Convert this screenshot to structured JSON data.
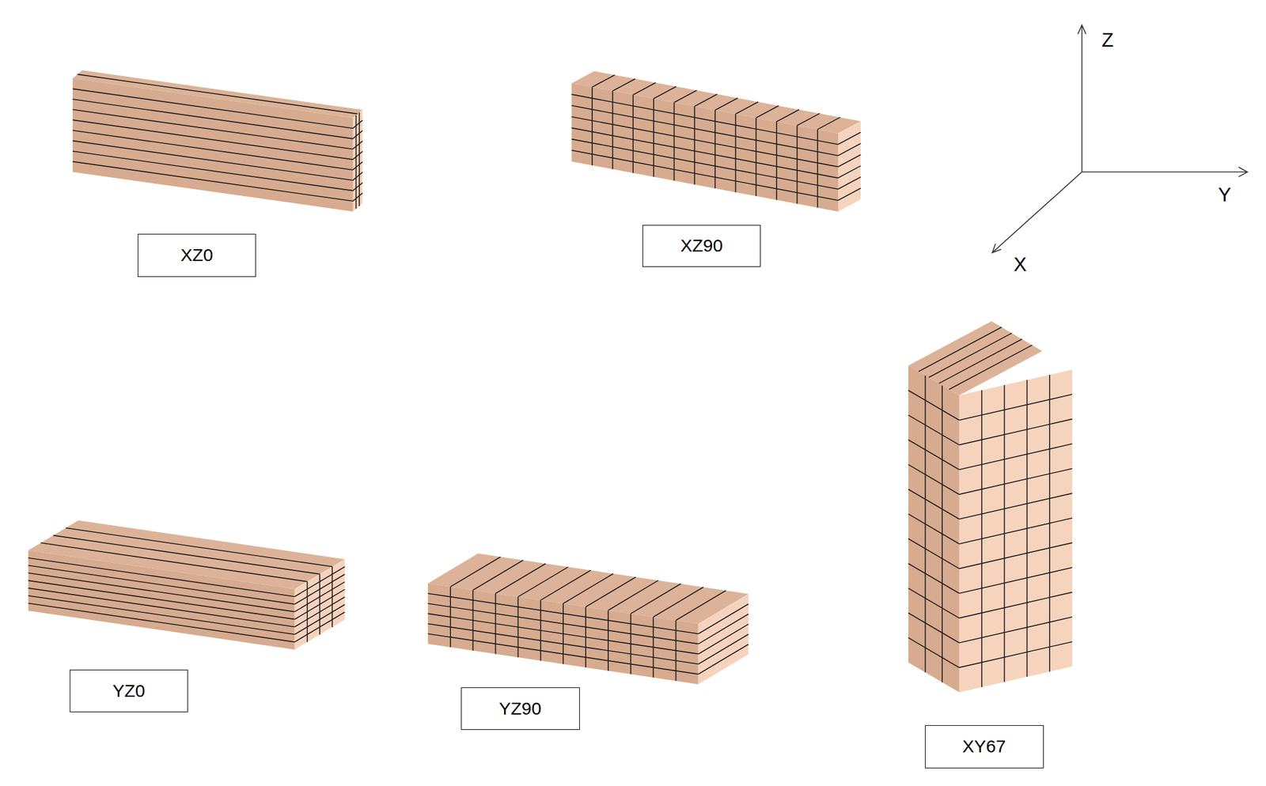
{
  "diagram": {
    "nodes": [
      {
        "text": [
          "XZ0"
        ]
      },
      {
        "text": [
          "XZ90"
        ]
      },
      {
        "text": [
          "YZ0"
        ]
      },
      {
        "text": [
          "YZ90"
        ]
      },
      {
        "text": [
          "XY67"
        ]
      }
    ],
    "labels": [
      "Z",
      "Y",
      "X"
    ]
  }
}
